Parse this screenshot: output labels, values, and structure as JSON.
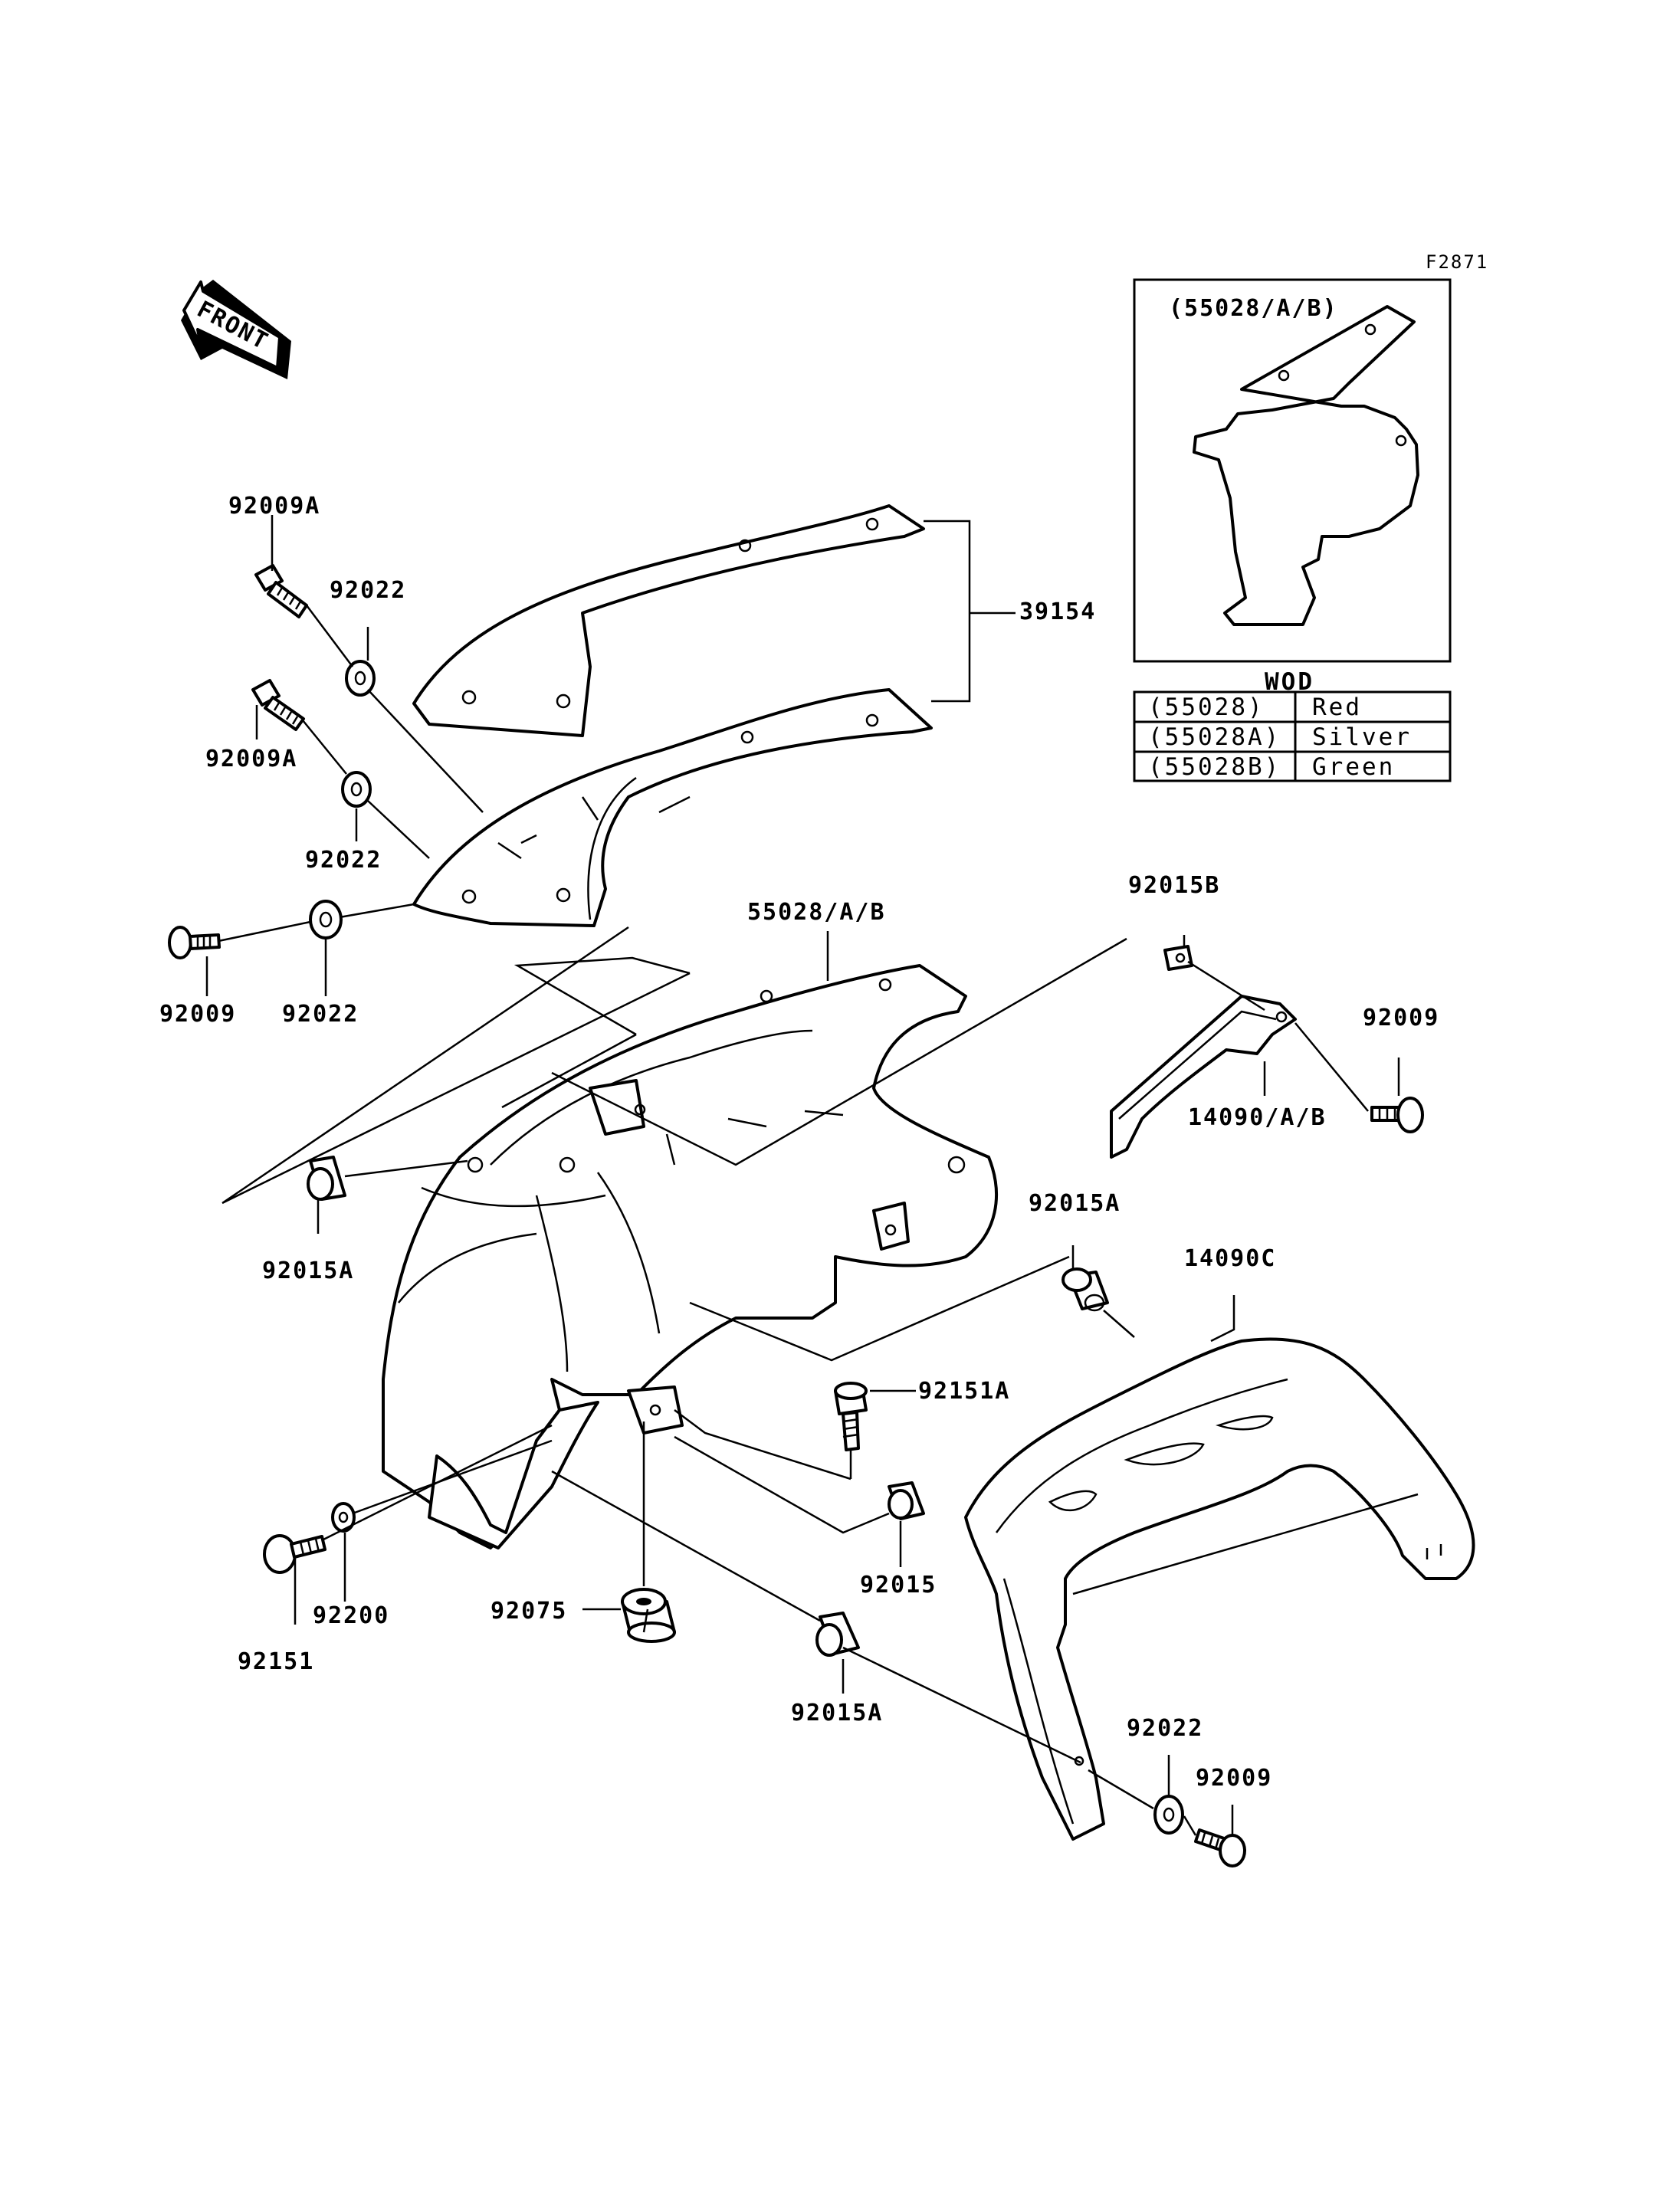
{
  "figure_code": "F2871",
  "front_arrow_text": "FRONT",
  "inset": {
    "label": "(55028/A/B)",
    "table_title": "WOD",
    "rows": [
      {
        "code": "(55028)",
        "color": "Red"
      },
      {
        "code": "(55028A)",
        "color": "Silver"
      },
      {
        "code": "(55028B)",
        "color": "Green"
      }
    ]
  },
  "labels": {
    "l_92009A_top": "92009A",
    "l_92022_top": "92022",
    "l_39154": "39154",
    "l_92009A_mid": "92009A",
    "l_92022_mid": "92022",
    "l_92009_left": "92009",
    "l_92022_left": "92022",
    "l_55028AB": "55028/A/B",
    "l_92015B": "92015B",
    "l_92009_right": "92009",
    "l_14090AB": "14090/A/B",
    "l_92015A_left": "92015A",
    "l_92015A_right": "92015A",
    "l_14090C": "14090C",
    "l_92151A": "92151A",
    "l_92015": "92015",
    "l_92200": "92200",
    "l_92151": "92151",
    "l_92075": "92075",
    "l_92015A_bottom": "92015A",
    "l_92022_bottom": "92022",
    "l_92009_bottom": "92009"
  }
}
